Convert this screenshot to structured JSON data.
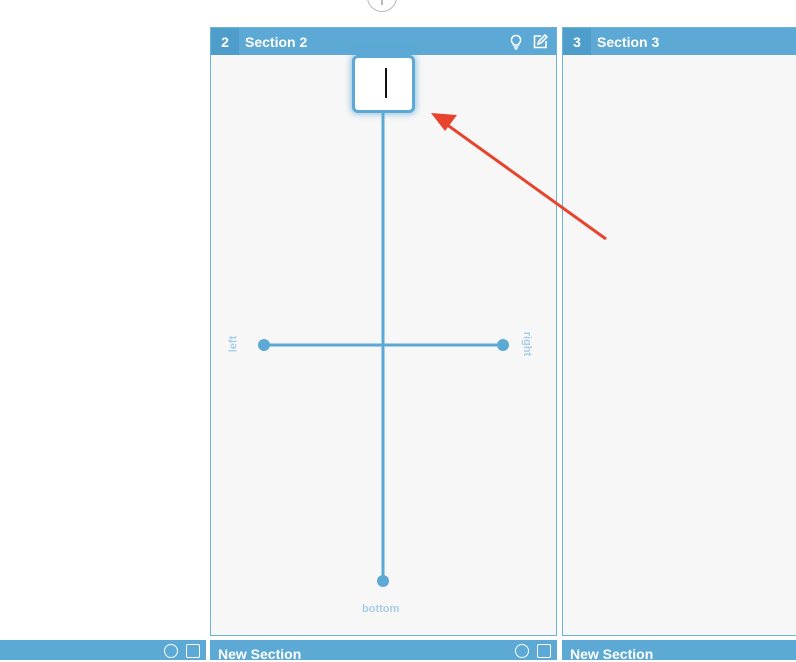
{
  "colors": {
    "header_blue": "#5ca9d5",
    "line_blue": "#5ca9d5",
    "label_blue": "#a9cfe6",
    "arrow_red": "#e8432d",
    "panel_bg": "#f7f7f7"
  },
  "sections": [
    {
      "number": "2",
      "title": "Section 2",
      "icons": [
        "lightbulb-icon",
        "edit-icon"
      ]
    },
    {
      "number": "3",
      "title": "Section 3"
    }
  ],
  "diagram": {
    "labels": {
      "left": "left",
      "right": "right",
      "bottom": "bottom"
    },
    "top_input_value": ""
  },
  "bottom_row": [
    {
      "title": "",
      "icons": [
        "lightbulb-icon",
        "edit-icon"
      ]
    },
    {
      "title": "New Section",
      "icons": [
        "lightbulb-icon",
        "edit-icon"
      ]
    },
    {
      "title": "New Section"
    }
  ]
}
